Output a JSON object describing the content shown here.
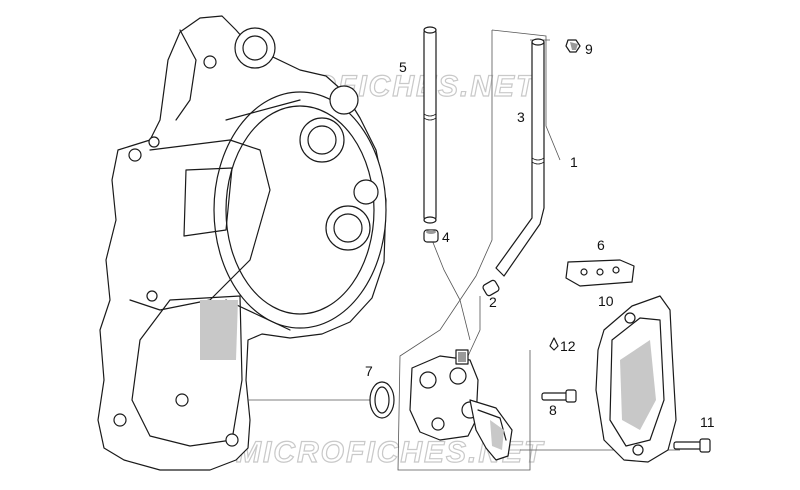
{
  "watermark": {
    "text": "MICROFICHES.NET"
  },
  "callouts": [
    {
      "id": "1",
      "label": "1"
    },
    {
      "id": "2",
      "label": "2"
    },
    {
      "id": "3",
      "label": "3"
    },
    {
      "id": "4",
      "label": "4"
    },
    {
      "id": "5",
      "label": "5"
    },
    {
      "id": "6",
      "label": "6"
    },
    {
      "id": "7",
      "label": "7"
    },
    {
      "id": "8",
      "label": "8"
    },
    {
      "id": "9",
      "label": "9"
    },
    {
      "id": "10",
      "label": "10"
    },
    {
      "id": "11",
      "label": "11"
    },
    {
      "id": "12",
      "label": "12"
    }
  ]
}
